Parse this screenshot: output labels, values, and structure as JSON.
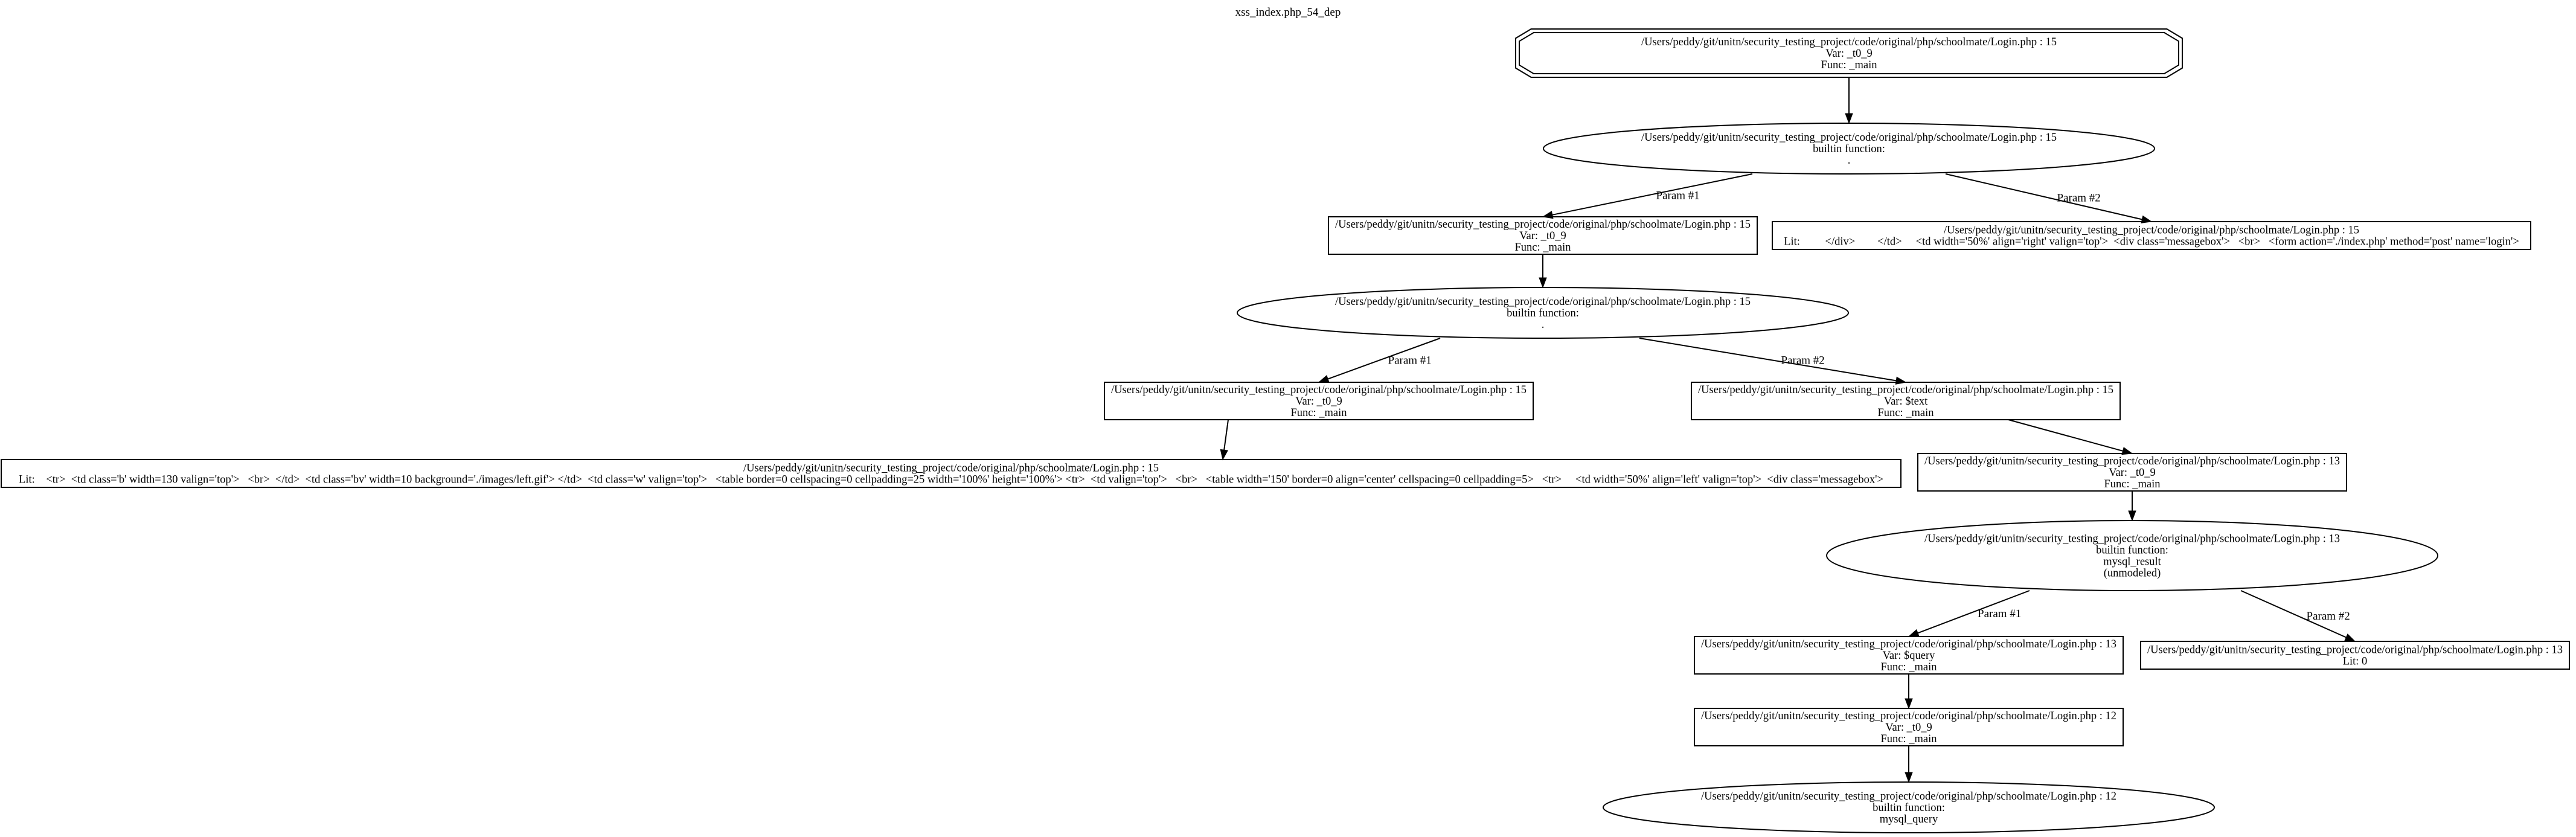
{
  "graph": {
    "title": "xss_index.php_54_dep"
  },
  "nodes": [
    {
      "id": "n1",
      "lines": [
        "/Users/peddy/git/unitn/security_testing_project/code/original/php/schoolmate/Login.php : 15",
        "Var: _t0_9",
        "Func: _main"
      ]
    },
    {
      "id": "n2",
      "lines": [
        "/Users/peddy/git/unitn/security_testing_project/code/original/php/schoolmate/Login.php : 15",
        "builtin function:",
        "."
      ]
    },
    {
      "id": "n3",
      "lines": [
        "/Users/peddy/git/unitn/security_testing_project/code/original/php/schoolmate/Login.php : 15",
        "Var: _t0_9",
        "Func: _main"
      ]
    },
    {
      "id": "n4",
      "lines": [
        "/Users/peddy/git/unitn/security_testing_project/code/original/php/schoolmate/Login.php : 15",
        "Lit:         </div>        </td>     <td width='50%' align='right' valign='top'>  <div class='messagebox'>   <br>   <form action='./index.php' method='post' name='login'>"
      ]
    },
    {
      "id": "n5",
      "lines": [
        "/Users/peddy/git/unitn/security_testing_project/code/original/php/schoolmate/Login.php : 15",
        "builtin function:",
        "."
      ]
    },
    {
      "id": "n6",
      "lines": [
        "/Users/peddy/git/unitn/security_testing_project/code/original/php/schoolmate/Login.php : 15",
        "Var: _t0_9",
        "Func: _main"
      ]
    },
    {
      "id": "n7",
      "lines": [
        "/Users/peddy/git/unitn/security_testing_project/code/original/php/schoolmate/Login.php : 15",
        "Var: $text",
        "Func: _main"
      ]
    },
    {
      "id": "n8",
      "lines": [
        "/Users/peddy/git/unitn/security_testing_project/code/original/php/schoolmate/Login.php : 15",
        "Lit:    <tr>  <td class='b' width=130 valign='top'>   <br>  </td>  <td class='bv' width=10 background='./images/left.gif'> </td>  <td class='w' valign='top'>   <table border=0 cellspacing=0 cellpadding=25 width='100%' height='100%'> <tr>  <td valign='top'>   <br>   <table width='150' border=0 align='center' cellspacing=0 cellpadding=5>   <tr>     <td width='50%' align='left' valign='top'>  <div class='messagebox'>"
      ]
    },
    {
      "id": "n9",
      "lines": [
        "/Users/peddy/git/unitn/security_testing_project/code/original/php/schoolmate/Login.php : 13",
        "Var: _t0_9",
        "Func: _main"
      ]
    },
    {
      "id": "n10",
      "lines": [
        "/Users/peddy/git/unitn/security_testing_project/code/original/php/schoolmate/Login.php : 13",
        "builtin function:",
        "mysql_result",
        "(unmodeled)"
      ]
    },
    {
      "id": "n11",
      "lines": [
        "/Users/peddy/git/unitn/security_testing_project/code/original/php/schoolmate/Login.php : 13",
        "Var: $query",
        "Func: _main"
      ]
    },
    {
      "id": "n12",
      "lines": [
        "/Users/peddy/git/unitn/security_testing_project/code/original/php/schoolmate/Login.php : 13",
        "Lit: 0"
      ]
    },
    {
      "id": "n13",
      "lines": [
        "/Users/peddy/git/unitn/security_testing_project/code/original/php/schoolmate/Login.php : 12",
        "Var: _t0_9",
        "Func: _main"
      ]
    },
    {
      "id": "n14",
      "lines": [
        "/Users/peddy/git/unitn/security_testing_project/code/original/php/schoolmate/Login.php : 12",
        "builtin function:",
        "mysql_query"
      ]
    }
  ],
  "edges": [
    {
      "id": "e1",
      "from": "n1",
      "to": "n2",
      "label": ""
    },
    {
      "id": "e2",
      "from": "n2",
      "to": "n3",
      "label": "Param #1"
    },
    {
      "id": "e3",
      "from": "n2",
      "to": "n4",
      "label": "Param #2"
    },
    {
      "id": "e4",
      "from": "n3",
      "to": "n5",
      "label": ""
    },
    {
      "id": "e5",
      "from": "n5",
      "to": "n6",
      "label": "Param #1"
    },
    {
      "id": "e6",
      "from": "n5",
      "to": "n7",
      "label": "Param #2"
    },
    {
      "id": "e7",
      "from": "n6",
      "to": "n8",
      "label": ""
    },
    {
      "id": "e8",
      "from": "n7",
      "to": "n9",
      "label": ""
    },
    {
      "id": "e9",
      "from": "n9",
      "to": "n10",
      "label": ""
    },
    {
      "id": "e10",
      "from": "n10",
      "to": "n11",
      "label": "Param #1"
    },
    {
      "id": "e11",
      "from": "n10",
      "to": "n12",
      "label": "Param #2"
    },
    {
      "id": "e12",
      "from": "n11",
      "to": "n13",
      "label": ""
    },
    {
      "id": "e13",
      "from": "n13",
      "to": "n14",
      "label": ""
    }
  ]
}
